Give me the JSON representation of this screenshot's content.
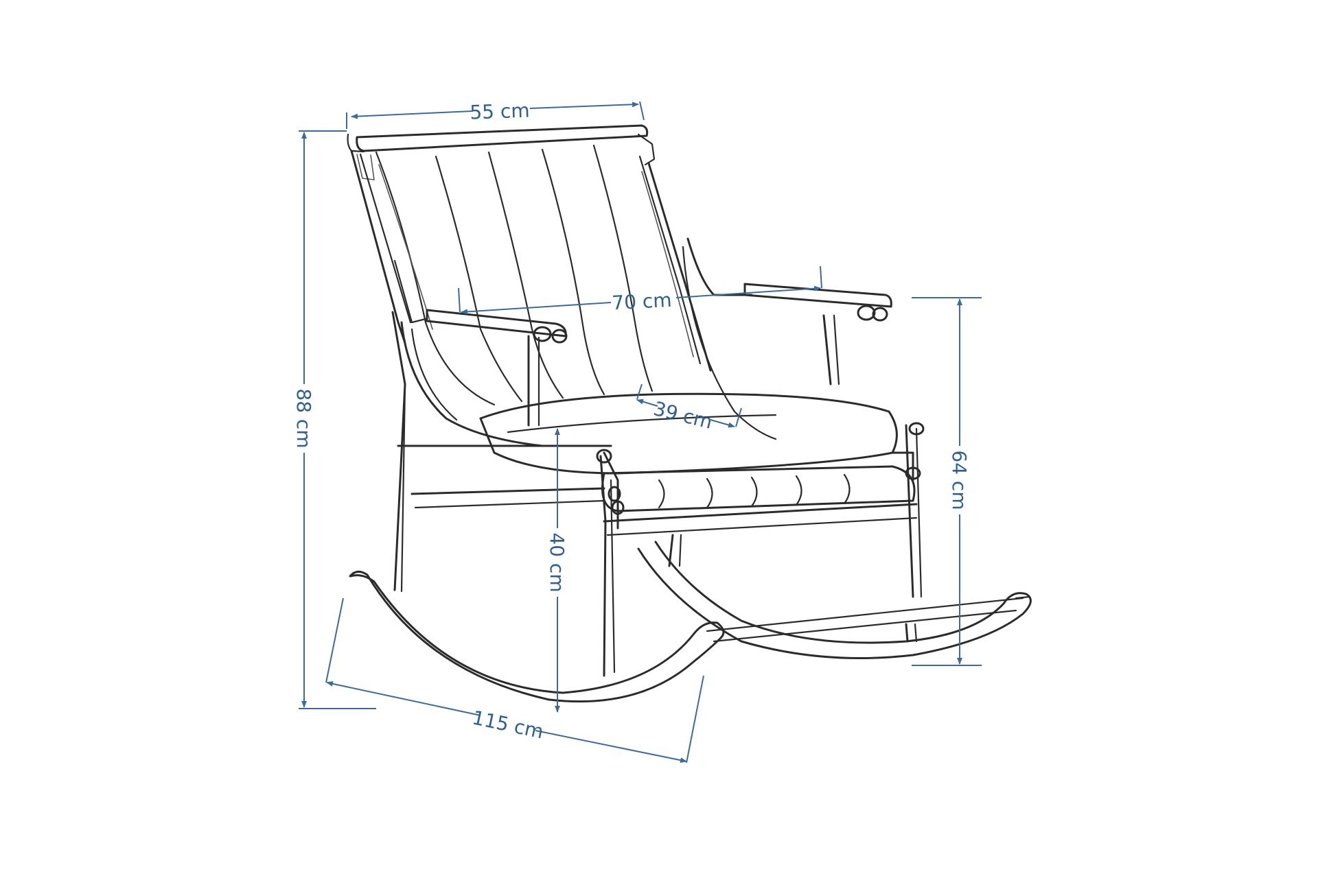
{
  "diagram": {
    "accent_color": "#3e6a99",
    "line_color": "#2b2b2b",
    "dimensions": {
      "width_top": "55 cm",
      "height_total": "88 cm",
      "width_arms": "70 cm",
      "seat_depth": "39 cm",
      "arm_height": "64 cm",
      "seat_height": "40 cm",
      "length_rockers": "115 cm"
    }
  }
}
